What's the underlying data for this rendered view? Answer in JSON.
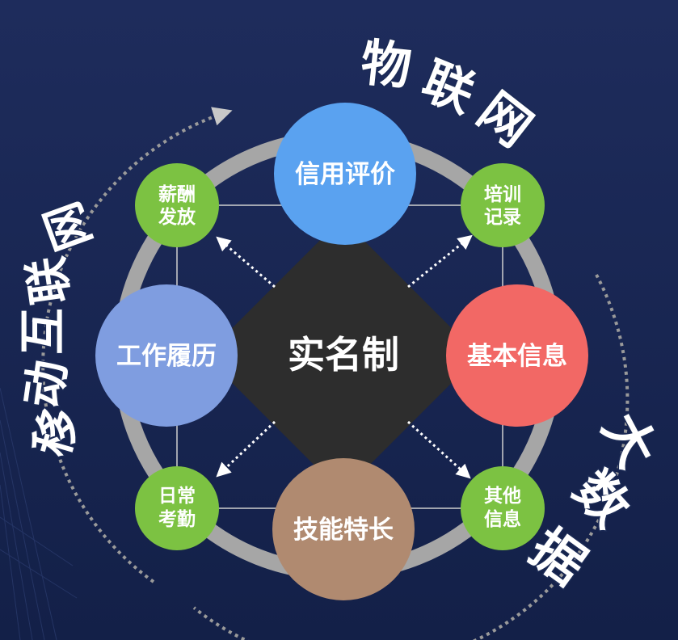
{
  "diagram": {
    "center_label": "实名制",
    "nodes": {
      "credit": "信用评价",
      "basic": "基本信息",
      "skill": "技能特长",
      "work": "工作履历",
      "salary": [
        "薪酬",
        "发放"
      ],
      "training": [
        "培训",
        "记录"
      ],
      "other": [
        "其他",
        "信息"
      ],
      "attendance": [
        "日常",
        "考勤"
      ]
    },
    "arc_labels": {
      "iot": "物联网",
      "mobile": "移动互联网",
      "bigdata": "大数据"
    }
  },
  "colors": {
    "background_top": "#1d2b5a",
    "background_bottom": "#14214a",
    "ring": "#a6a6a6",
    "center_diamond": "#2d2d2d",
    "credit": "#5aa2f0",
    "basic": "#f26865",
    "skill": "#b08a70",
    "work": "#7f9de0",
    "small_nodes": "#7cc242"
  }
}
